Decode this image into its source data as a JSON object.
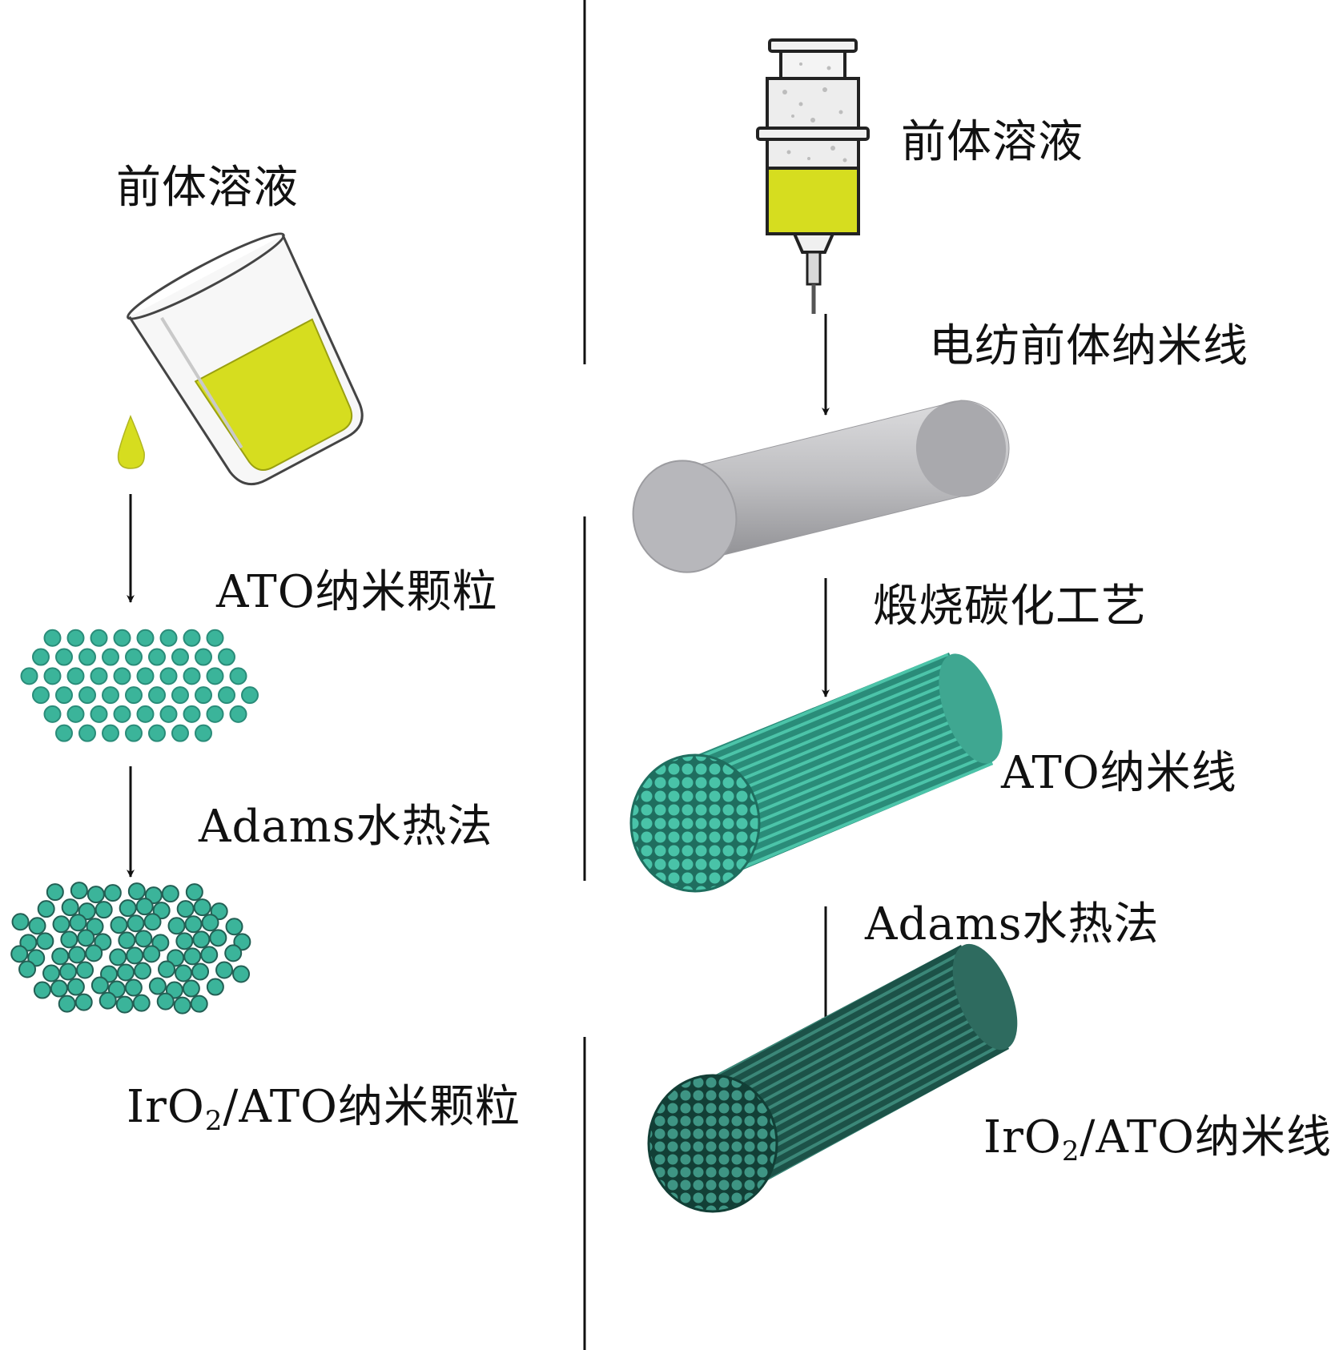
{
  "left_column": {
    "precursor_label": "前体溶液",
    "step1_label": "ATO纳米颗粒",
    "step2_label": "Adams水热法",
    "product_label": {
      "prefix": "IrO",
      "subscript": "2",
      "suffix": "/ATO纳米颗粒"
    }
  },
  "right_column": {
    "precursor_label": "前体溶液",
    "step1_label": "电纺前体纳米线",
    "step2_label": "煅烧碳化工艺",
    "intermediate_label": "ATO纳米线",
    "step3_label": "Adams水热法",
    "product_label": {
      "prefix": "IrO",
      "subscript": "2",
      "suffix": "/ATO纳米线"
    }
  },
  "colors": {
    "solution": "#d6dd1f",
    "ato": "#3bb49a",
    "iro2_ato": "#2f6f62",
    "precursor_wire": "#b3b3b6"
  }
}
